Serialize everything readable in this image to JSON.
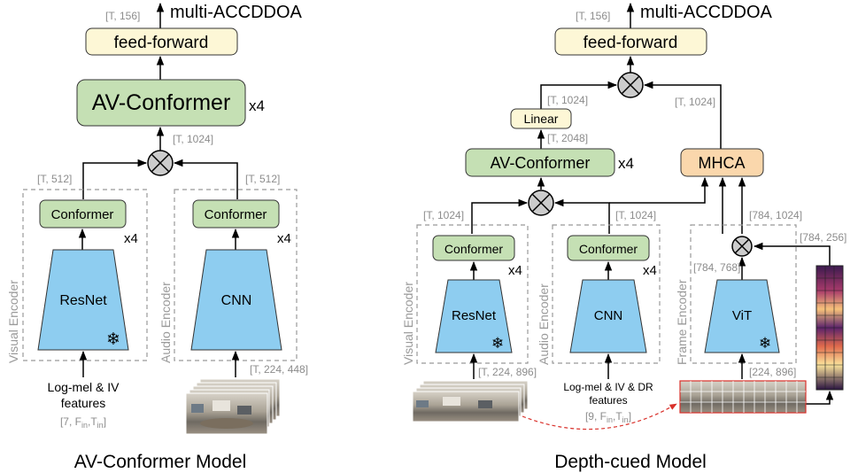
{
  "left": {
    "output": "multi-ACCDDOA",
    "output_dim": "[T, 156]",
    "feed_forward": "feed-forward",
    "av_conformer": "AV-Conformer",
    "av_conformer_repeat": "x4",
    "after_fusion_dim": "[T, 1024]",
    "visual_branch_dim": "[T, 512]",
    "audio_branch_dim": "[T, 512]",
    "visual_encoder_label": "Visual Encoder",
    "audio_encoder_label": "Audio Encoder",
    "visual_conformer": "Conformer",
    "audio_conformer": "Conformer",
    "visual_conformer_repeat": "x4",
    "audio_conformer_repeat": "x4",
    "resnet": "ResNet",
    "cnn": "CNN",
    "audio_input_line1": "Log-mel & IV",
    "audio_input_line2": "features",
    "audio_input_dim_prefix": "[7, F",
    "audio_input_dim_sub1": "in",
    "audio_input_dim_mid": ",T",
    "audio_input_dim_sub2": "in",
    "audio_input_dim_suffix": "]",
    "video_input_dim": "[T, 224, 448]",
    "caption": "AV-Conformer Model"
  },
  "right": {
    "output": "multi-ACCDDOA",
    "output_dim": "[T, 156]",
    "feed_forward": "feed-forward",
    "linear": "Linear",
    "linear_out_dim": "[T, 1024]",
    "mhca_out_dim": "[T, 1024]",
    "av_conformer": "AV-Conformer",
    "av_conformer_repeat": "x4",
    "av_out_dim": "[T, 2048]",
    "mhca": "MHCA",
    "visual_branch_dim": "[T, 1024]",
    "audio_branch_dim": "[T, 1024]",
    "frame_fusion_dim": "[784, 1024]",
    "vit_out_dim": "[784, 768]",
    "depth_dim": "[784, 256]",
    "visual_encoder_label": "Visual Encoder",
    "audio_encoder_label": "Audio Encoder",
    "frame_encoder_label": "Frame Encoder",
    "visual_conformer": "Conformer",
    "audio_conformer": "Conformer",
    "visual_conformer_repeat": "x4",
    "audio_conformer_repeat": "x4",
    "resnet": "ResNet",
    "cnn": "CNN",
    "vit": "ViT",
    "video_input_dim": "[T, 224, 896]",
    "frame_input_dim": "[224, 896]",
    "audio_input_line1": "Log-mel & IV & DR",
    "audio_input_line2": "features",
    "audio_input_dim_prefix": "[9, F",
    "audio_input_dim_sub1": "in",
    "audio_input_dim_mid": ",T",
    "audio_input_dim_sub2": "in",
    "audio_input_dim_suffix": "]",
    "caption": "Depth-cued Model"
  },
  "colors": {
    "feed_forward": "#fdf7d6",
    "av_conformer": "#c5e0b4",
    "conformer": "#c5e0b4",
    "encoder": "#8ecdf0",
    "mhca": "#fad7ac",
    "linear": "#fdf7d6",
    "fusion_node": "#cccccc"
  }
}
